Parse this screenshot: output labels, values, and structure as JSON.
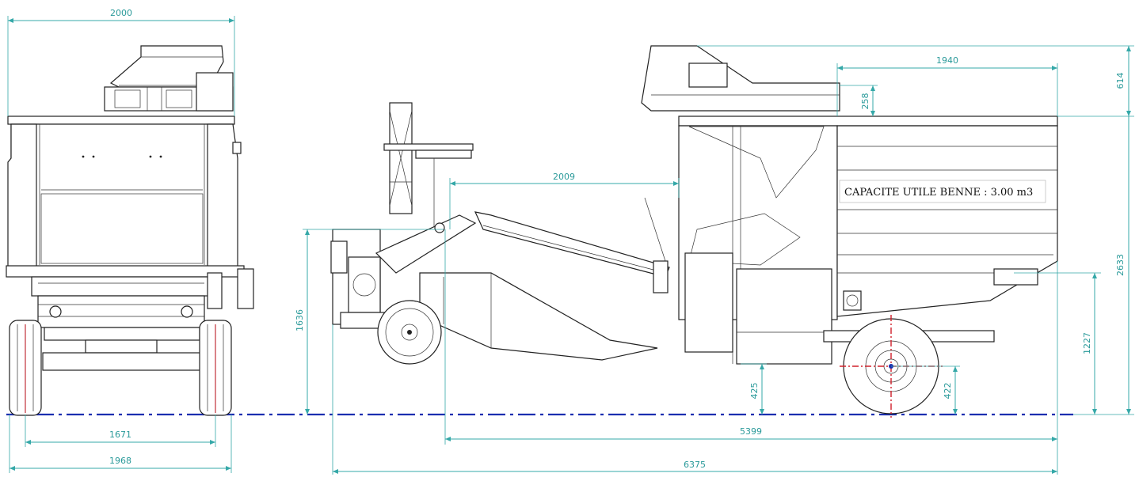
{
  "dimensions": {
    "front_width_top": "2000",
    "front_track": "1671",
    "front_overall_width": "1968",
    "hopper_length": "1940",
    "chute_height": "614",
    "hopper_offset": "258",
    "total_height": "2633",
    "arm_length": "2009",
    "elevator_height": "1636",
    "platform_height": "425",
    "wheel_radius": "422",
    "axle_height": "1227",
    "length_body": "5399",
    "length_overall": "6375"
  },
  "labels": {
    "capacity": "CAPACITE UTILE BENNE : 3.00 m3"
  },
  "colors": {
    "dimension": "#2a9a9a",
    "ground_line": "#1b2fb0",
    "wheel_centerline": "#d0202a",
    "outline": "#222222"
  }
}
